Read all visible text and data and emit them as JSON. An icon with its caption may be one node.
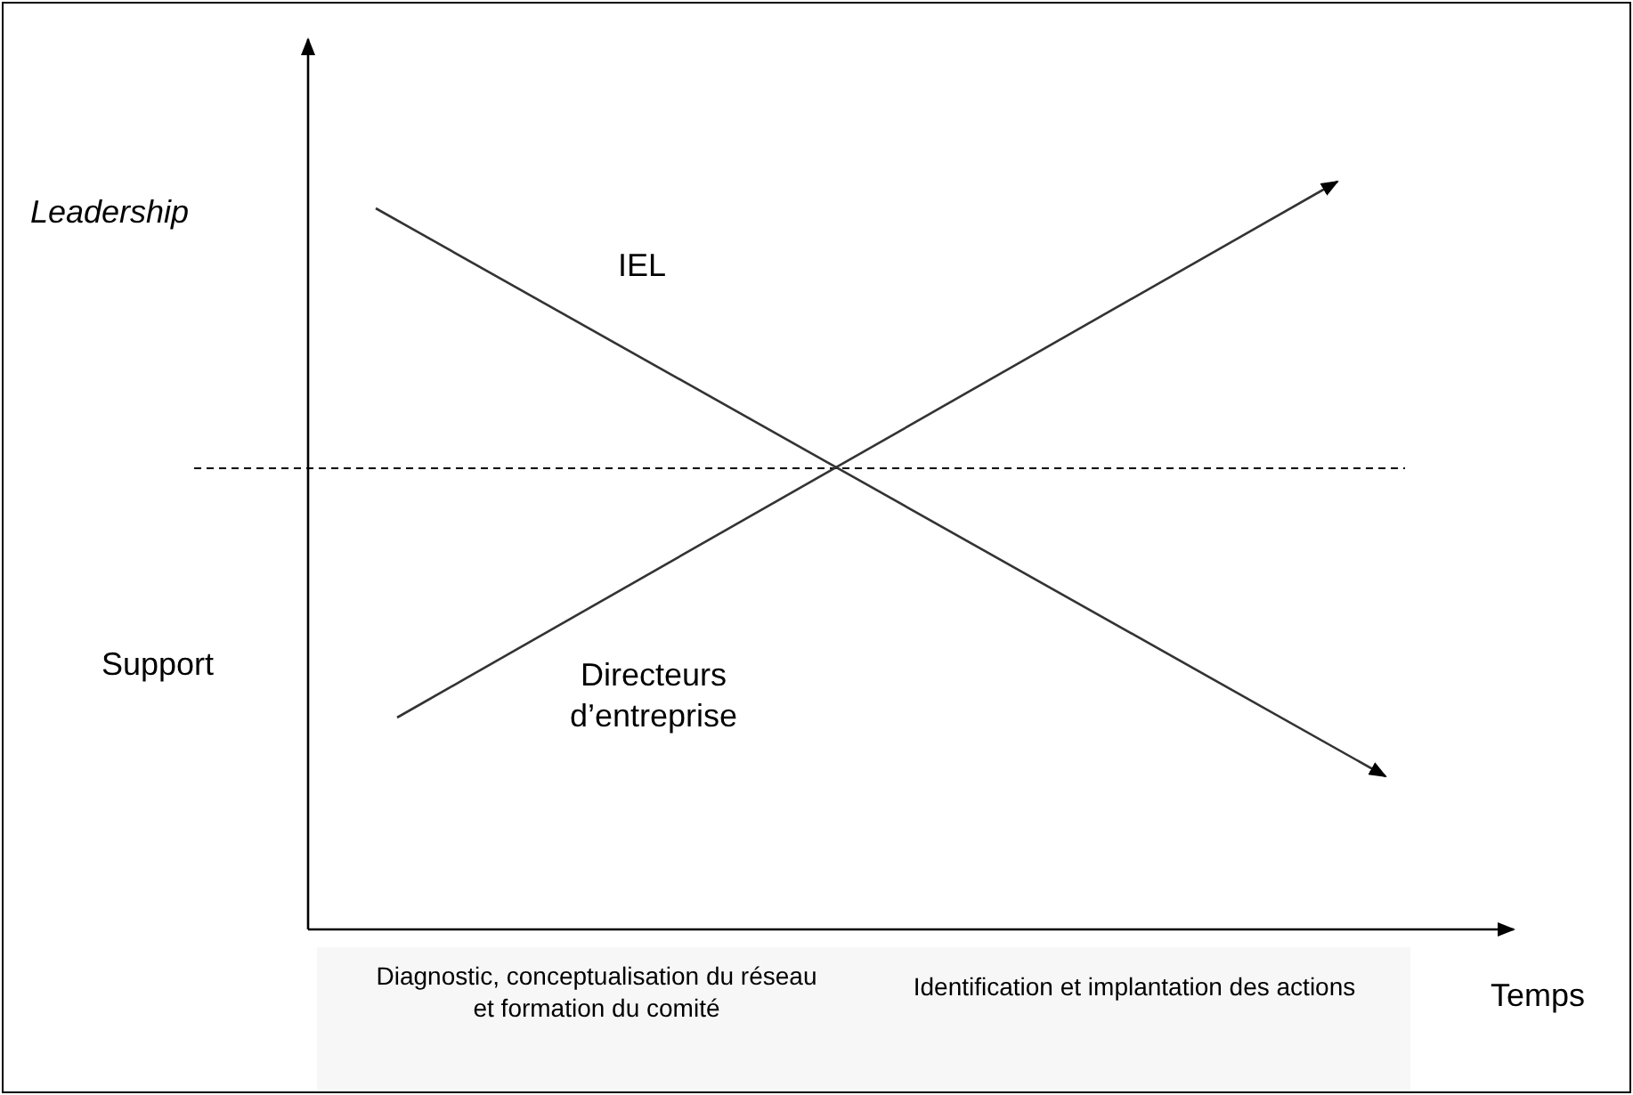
{
  "diagram": {
    "labels": [
      "Leadership",
      "IEL",
      "Support",
      "Directeurs d’entreprise",
      "Diagnostic, conceptualisation du réseau et formation du comité",
      "Identification et implantation des actions",
      "Temps"
    ]
  }
}
